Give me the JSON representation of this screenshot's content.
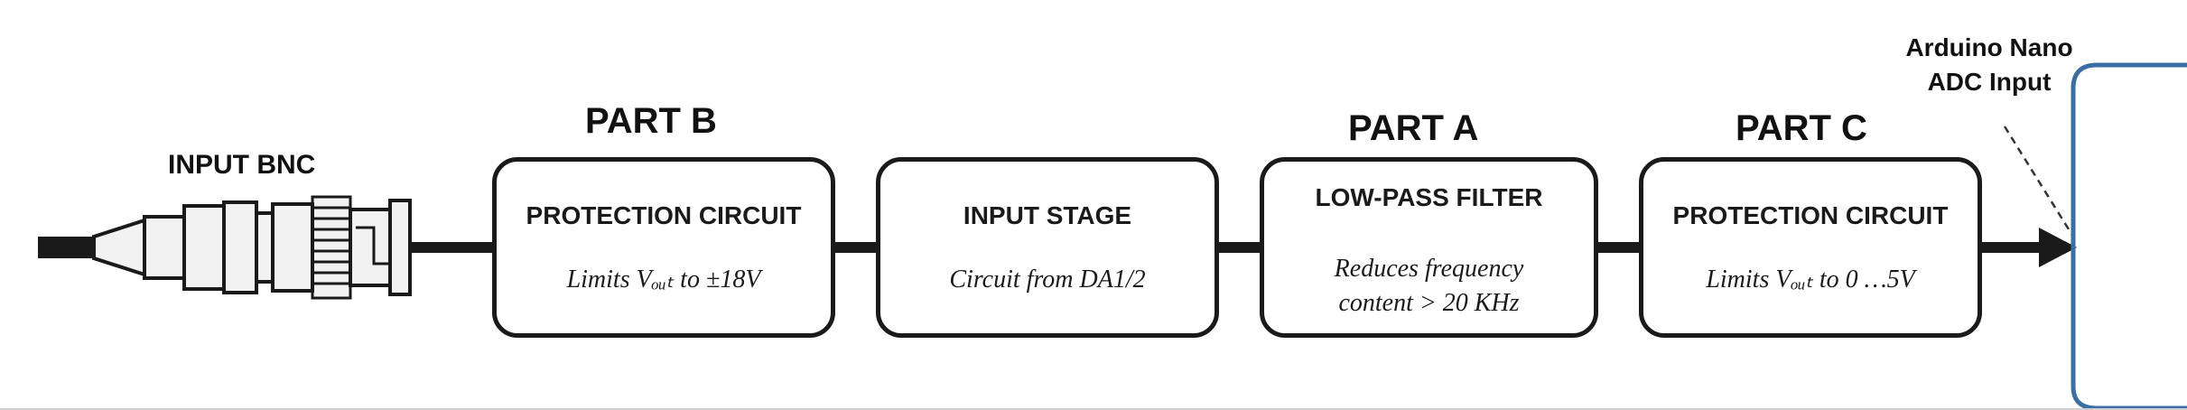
{
  "labels": {
    "input_bnc": "INPUT BNC",
    "part_b": "PART B",
    "part_a": "PART A",
    "part_c": "PART C",
    "adc_line1": "Arduino Nano",
    "adc_line2": "ADC Input"
  },
  "blocks": [
    {
      "title": "PROTECTION CIRCUIT",
      "desc": "Limits Vₒᵤₜ to ±18V"
    },
    {
      "title": "INPUT STAGE",
      "desc": "Circuit from DA1/2"
    },
    {
      "title": "LOW-PASS FILTER",
      "desc_line1": "Reduces frequency",
      "desc_line2": "content > 20 KHz"
    },
    {
      "title": "PROTECTION CIRCUIT",
      "desc": "Limits Vₒᵤₜ to 0 …5V"
    }
  ],
  "colors": {
    "stroke": "#1a1a1a",
    "adc_bracket": "#3a6ea5",
    "bnc_fill": "#f2f2f2"
  }
}
